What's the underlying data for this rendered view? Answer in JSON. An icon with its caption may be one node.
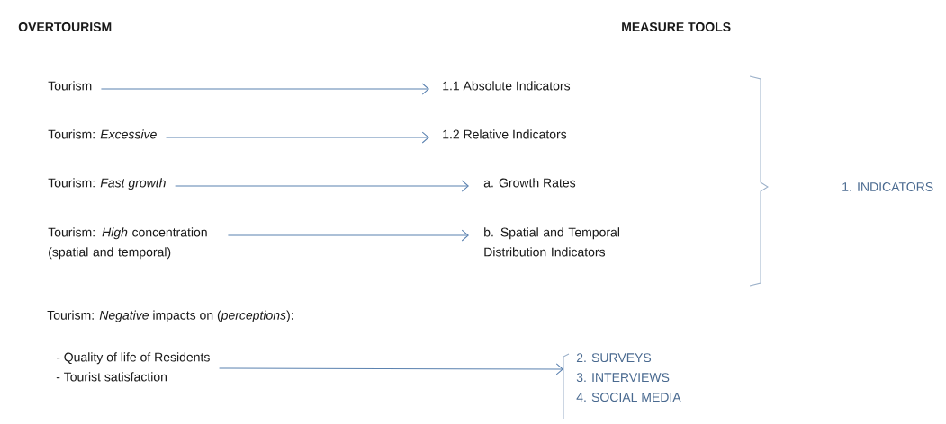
{
  "diagram": {
    "nodes": [
      {
        "text": [
          "Tourism"
        ]
      },
      {
        "text": [
          "Tourism: *Excessive*"
        ]
      },
      {
        "text": [
          "Tourism: *Fast growth*"
        ]
      },
      {
        "text": [
          "Tourism: *High* concentration (spatial and temporal)"
        ]
      },
      {
        "text": [
          "1.1 Absolute Indicators"
        ]
      },
      {
        "text": [
          "1.2 Relative Indicators"
        ]
      },
      {
        "text": [
          "a. Growth  Rates"
        ]
      },
      {
        "text": [
          "b. Spatial and Temporal Distribution Indicators"
        ]
      },
      {
        "text": [
          "- Quality of life of Residents",
          "- Tourist satisfaction"
        ]
      },
      {
        "text": [
          "2. SURVEYS",
          "3. INTERVIEWS",
          "4. SOCIAL MEDIA"
        ]
      }
    ],
    "edges": [
      {
        "from": 0,
        "to": 4,
        "arrow": "to"
      },
      {
        "from": 1,
        "to": 5,
        "arrow": "to"
      },
      {
        "from": 2,
        "to": 6,
        "arrow": "to"
      },
      {
        "from": 3,
        "to": 7,
        "arrow": "to"
      },
      {
        "from": 8,
        "to": 9,
        "arrow": "to"
      }
    ],
    "labels": [
      "OVERTOURISM",
      "MEASURE TOOLS",
      "1. INDICATORS",
      "Tourism: *Negative* impacts on (*perceptions*):"
    ]
  }
}
